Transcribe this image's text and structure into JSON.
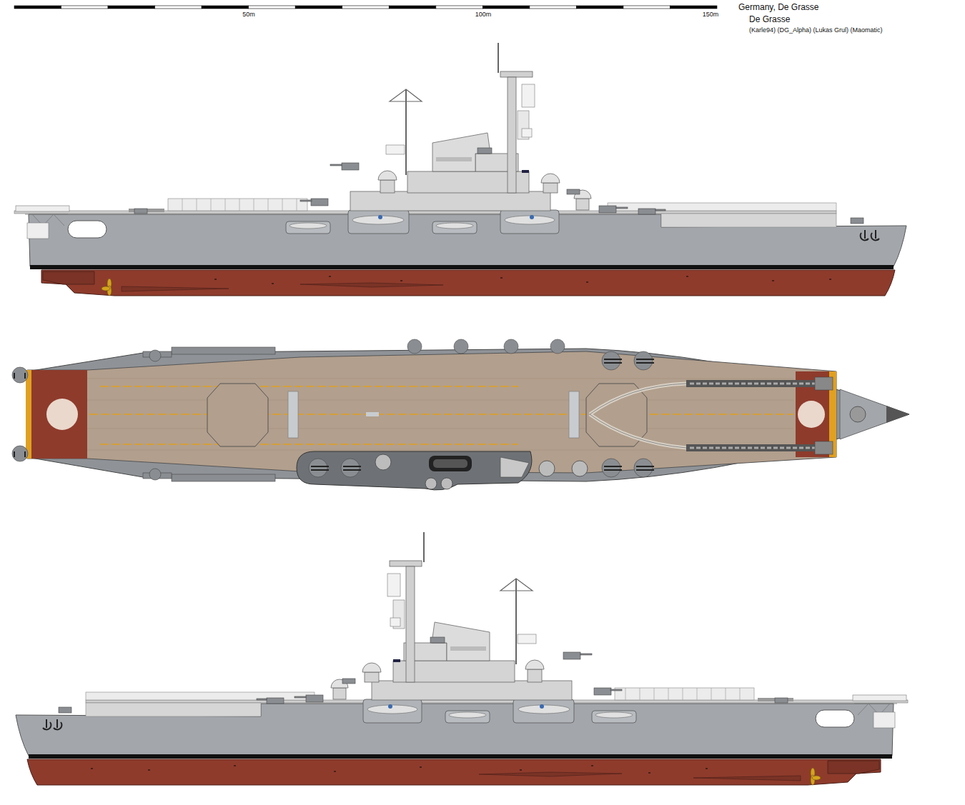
{
  "diagram": {
    "title": "Germany, De Grasse",
    "labels": [
      "De Grasse",
      "(Karle94) (DG_Alpha) (Lukas Grul) (Maomatic)",
      "50m",
      "100m",
      "150m"
    ]
  }
}
